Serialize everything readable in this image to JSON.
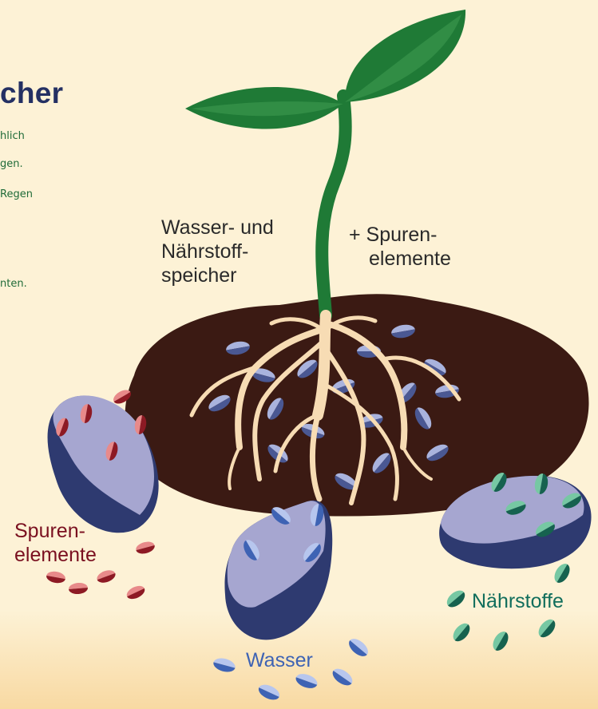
{
  "title_fragment": "cher",
  "text_fragments": [
    "hlich",
    "gen.",
    "Regen",
    "nten."
  ],
  "labels": {
    "water_nutrient_storage": [
      "Wasser- und",
      "Nährstoff-",
      "speicher"
    ],
    "trace_elements_plus": [
      "+ Spuren-",
      "elemente"
    ],
    "trace_elements": [
      "Spuren-",
      "elemente"
    ],
    "nutrients": "Nährstoffe",
    "water": "Wasser"
  },
  "colors": {
    "background": "#fdf2d6",
    "soil": "#3b1a13",
    "leaf": "#1f7a36",
    "root": "#f7dcb4",
    "trace_element_red": "#7a1020",
    "water_blue": "#3e63b4",
    "nutrient_green": "#116e5c",
    "storage_particle": "#a6a6d0"
  }
}
